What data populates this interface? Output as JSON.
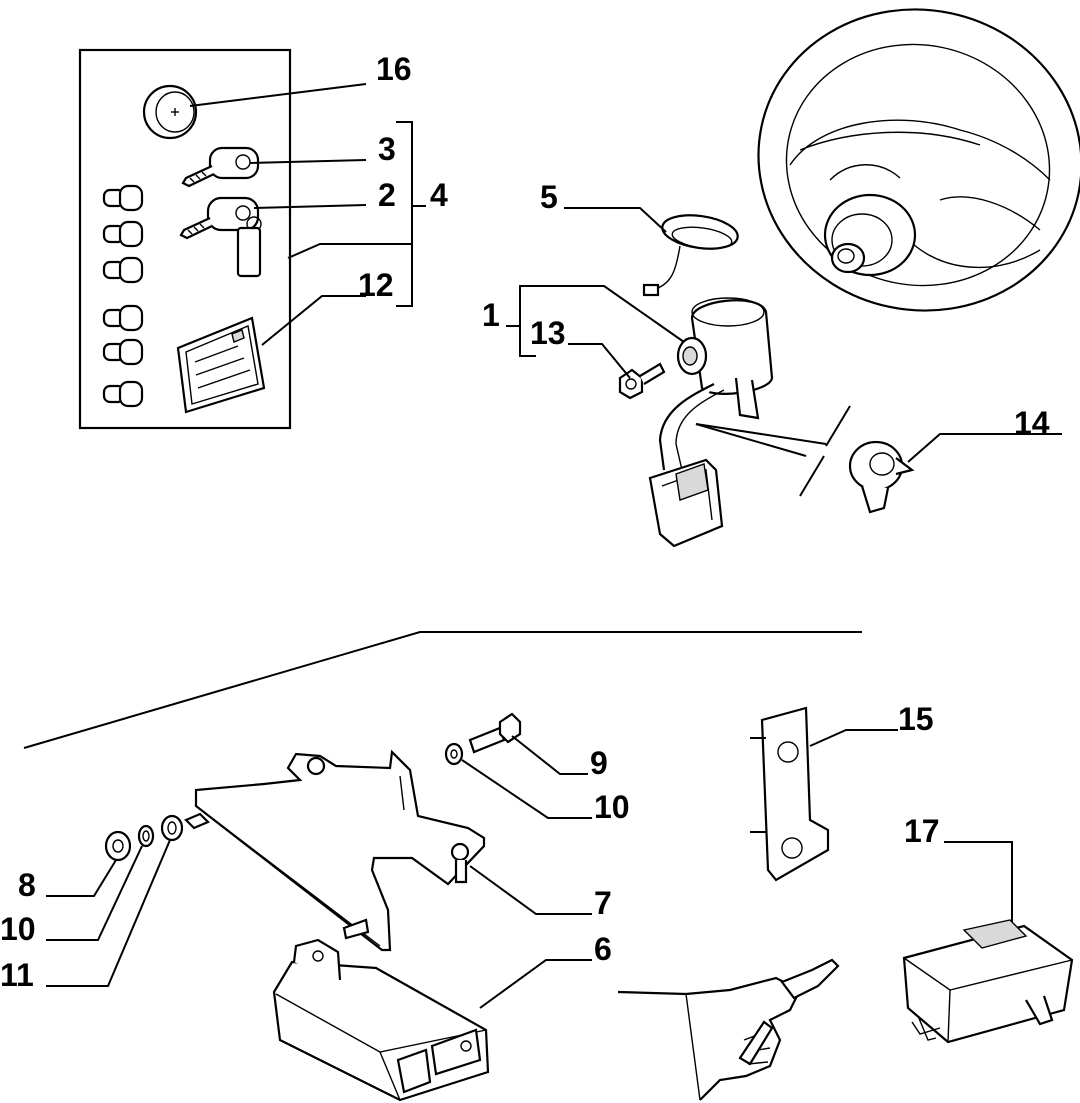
{
  "callouts": {
    "c16": "16",
    "c3": "3",
    "c2": "2",
    "c4": "4",
    "c12": "12",
    "c5": "5",
    "c1": "1",
    "c13": "13",
    "c14": "14",
    "c9": "9",
    "c10a": "10",
    "c15": "15",
    "c17": "17",
    "c8": "8",
    "c10b": "10",
    "c11": "11",
    "c7": "7",
    "c6": "6"
  }
}
